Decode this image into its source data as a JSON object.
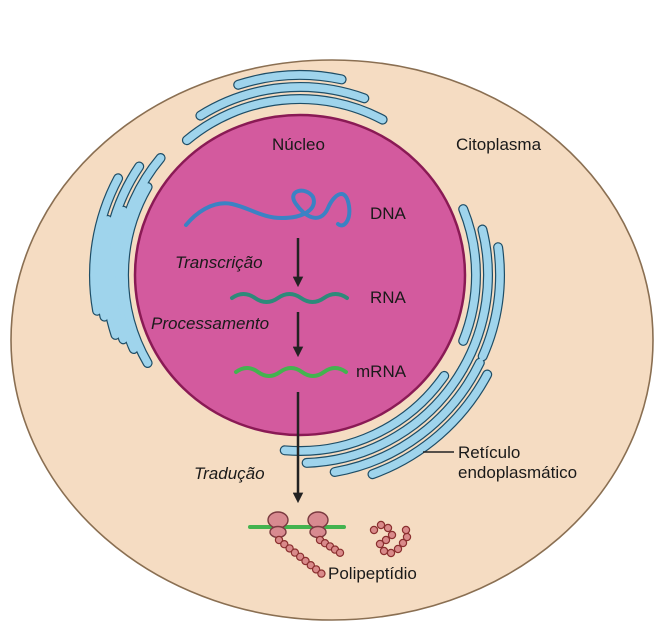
{
  "labels": {
    "nucleus": "Núcleo",
    "cytoplasm": "Citoplasma",
    "dna": "DNA",
    "rna": "RNA",
    "mrna": "mRNA",
    "er_line1": "Retículo",
    "er_line2": "endoplasmático",
    "polypeptide": "Polipeptídio"
  },
  "processes": {
    "transcription": "Transcrição",
    "processing": "Processamento",
    "translation": "Tradução"
  },
  "colors": {
    "page_background": "#ffffff",
    "cell": "#f5dcc2",
    "cell_outline": "#8a6f52",
    "nucleus": "#d35a9e",
    "nucleus_outline": "#8a1a55",
    "er": "#9fd4ec",
    "er_outline": "#1e4d66",
    "dna": "#3b82c4",
    "rna": "#2d8a7a",
    "mrna": "#43b34f",
    "arrow": "#222222",
    "ribosome": "#d88a90",
    "peptide": "#b84a4a"
  }
}
